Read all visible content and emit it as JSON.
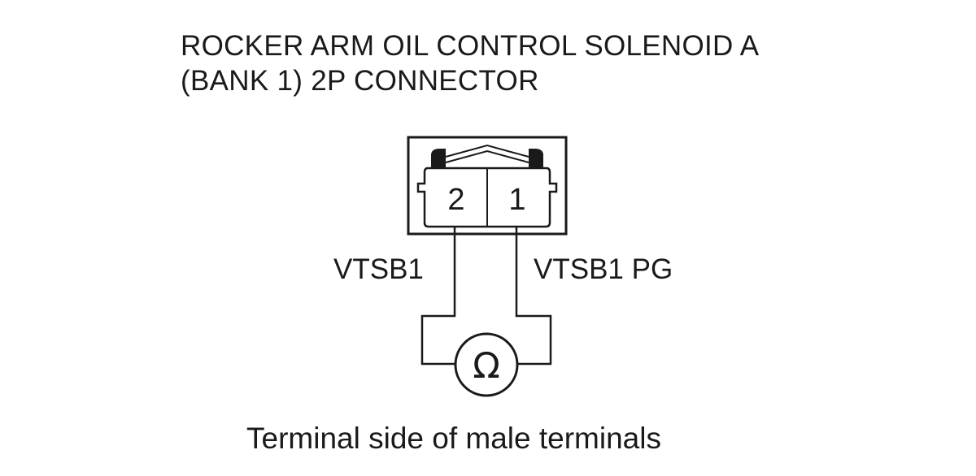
{
  "title": {
    "line1": "ROCKER ARM OIL CONTROL SOLENOID A",
    "line2": "(BANK 1) 2P CONNECTOR"
  },
  "connector": {
    "pins": [
      {
        "number": "2",
        "wire": "VTSB1"
      },
      {
        "number": "1",
        "wire": "VTSB1 PG"
      }
    ]
  },
  "meter": {
    "symbol": "Ω",
    "icon": "ohmmeter-icon"
  },
  "caption": "Terminal side of male terminals"
}
